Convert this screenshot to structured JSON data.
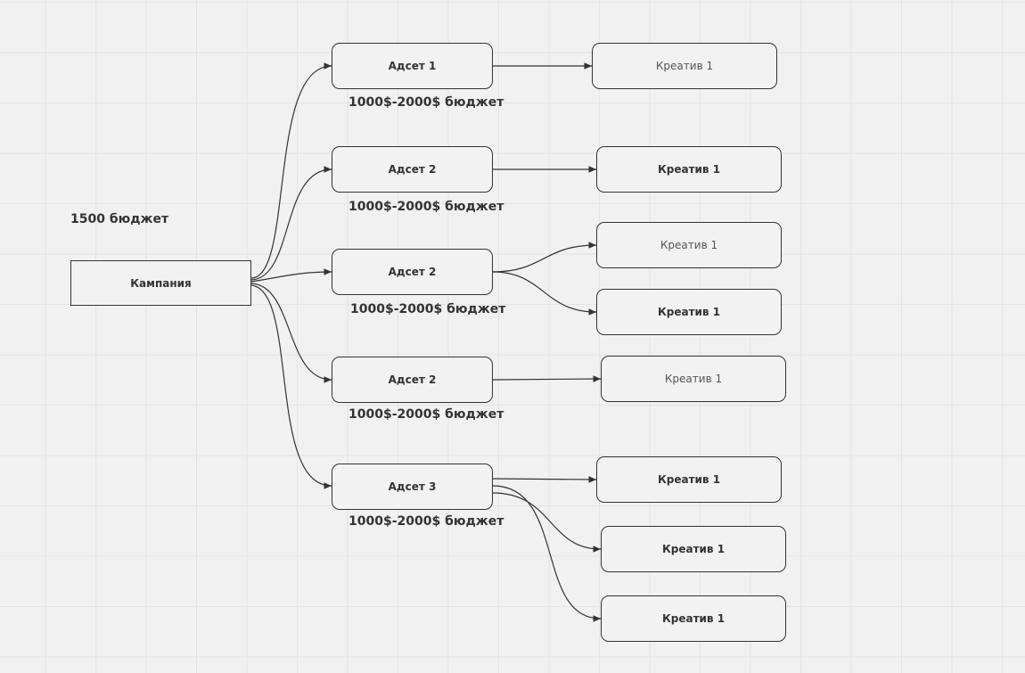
{
  "budget_note": "1500 бюджет",
  "campaign": {
    "label": "Кампания"
  },
  "adsets": [
    {
      "label": "Адсет 1",
      "budget": "1000$-2000$ бюджет"
    },
    {
      "label": "Адсет 2",
      "budget": "1000$-2000$ бюджет"
    },
    {
      "label": "Адсет 2",
      "budget": "1000$-2000$ бюджет"
    },
    {
      "label": "Адсет 2",
      "budget": "1000$-2000$ бюджет"
    },
    {
      "label": "Адсет 3",
      "budget": "1000$-2000$ бюджет"
    }
  ],
  "creatives": [
    {
      "label": "Креатив 1",
      "adset": 1
    },
    {
      "label": "Креатив 1",
      "adset": 2
    },
    {
      "label": "Креатив 1",
      "adset": 3
    },
    {
      "label": "Креатив 1",
      "adset": 3
    },
    {
      "label": "Креатив 1",
      "adset": 4
    },
    {
      "label": "Креатив 1",
      "adset": 5
    },
    {
      "label": "Креатив 1",
      "adset": 5
    },
    {
      "label": "Креатив 1",
      "adset": 5
    }
  ],
  "colors": {
    "background": "#f1f1f1",
    "grid": "#e4e4e4",
    "stroke": "#333333"
  }
}
